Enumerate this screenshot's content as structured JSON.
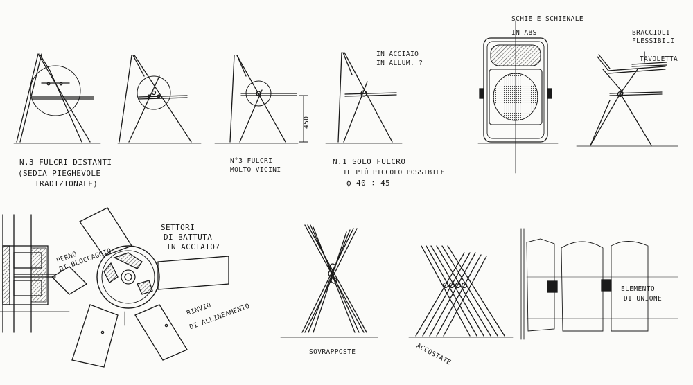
{
  "labels": {
    "tre_fulcri_distanti": "N.3 FULCRI DISTANTI",
    "sedia_pieghevole": "(SEDIA PIEGHEVOLE",
    "tradizionale": "TRADIZIONALE)",
    "tre_fulcri_vicini_1": "N°3 FULCRI",
    "tre_fulcri_vicini_2": "MOLTO VICINI",
    "dimension_450": "450",
    "acciaio_allum_1": "IN ACCIAIO",
    "acciaio_allum_2": "IN ALLUM. ?",
    "solo_fulcro_1": "N.1 SOLO FULCRO",
    "solo_fulcro_2": "IL PIÙ PICCOLO POSSIBILE",
    "solo_fulcro_3": "ϕ 40 ÷ 45",
    "schienale_1": "SCHIE E SCHIENALE",
    "schienale_2": "IN ABS",
    "braccioli_1": "BRACCIOLI",
    "braccioli_2": "FLESSIBILI",
    "tavoletta": "TAVOLETTA",
    "settori_1": "SETTORI",
    "settori_2": "DI BATTUTA",
    "settori_3": "IN ACCIAIO?",
    "perno_bloccaggio_1": "PERNO",
    "perno_bloccaggio_2": "DI BLOCCAGGIO",
    "rinvio_1": "RINVIO",
    "rinvio_2": "DI ALLINEAMENTO",
    "sovrapposte": "SOVRAPPOSTE",
    "accostate": "ACCOSTATE",
    "elemento_1": "ELEMENTO",
    "elemento_2": "DI UNIONE"
  },
  "colors": {
    "ink": "#1a1a1a",
    "paper": "#fbfbf9",
    "hatch": "#555555"
  }
}
